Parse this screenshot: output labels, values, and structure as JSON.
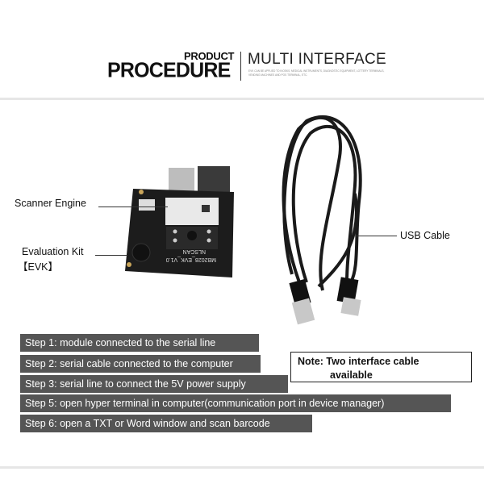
{
  "header": {
    "product": "PRODUCT",
    "procedure": "PROCEDURE",
    "title": "MULTI INTERFACE",
    "subtitle": "EVK CAN BE APPLIED TO KIOSKS, MEDICAL INSTRUMENTS, DIAGNOSTIC EQUIPMENT, LOTTERY TERMINALS, VENDING MACHINES AND POS TERMINAL, ETC."
  },
  "labels": {
    "scanner_engine": "Scanner Engine",
    "evk_line1": "Evaluation Kit",
    "evk_line2": "【EVK】",
    "usb_cable": "USB Cable",
    "board_print": "MB2028_EVK_V1.0",
    "board_brand": "NLSCAN"
  },
  "steps": [
    "Step 1: module connected to the serial line",
    "Step 2: serial cable connected to the computer",
    "Step 3: serial line to connect the 5V power supply",
    "Step 5: open hyper terminal in computer(communication port in device manager)",
    "Step 6: open a TXT or Word window and scan barcode"
  ],
  "note": {
    "line1": "Note: Two interface cable",
    "line2": "available"
  },
  "colors": {
    "step_bg": "#555555",
    "step_text": "#ffffff",
    "board": "#1c1c1c"
  }
}
